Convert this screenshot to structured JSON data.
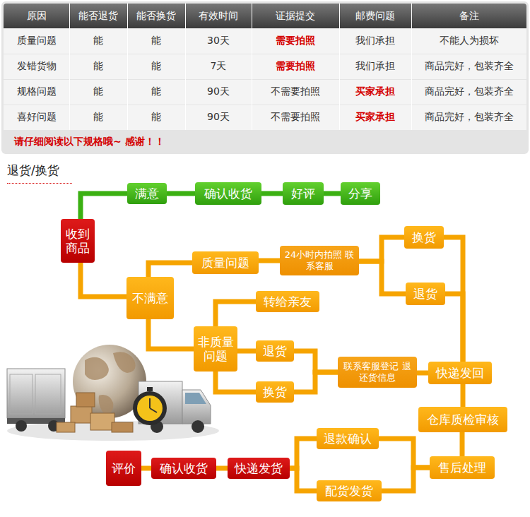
{
  "diagram": {
    "title": "退货/换货",
    "nodes": [
      {
        "text": [
          "收到商品"
        ]
      },
      {
        "text": [
          "满意"
        ]
      },
      {
        "text": [
          "确认收货"
        ]
      },
      {
        "text": [
          "好评"
        ]
      },
      {
        "text": [
          "分享"
        ]
      },
      {
        "text": [
          "不满意"
        ]
      },
      {
        "text": [
          "质量问题"
        ]
      },
      {
        "text": [
          "24小时内拍照 联系客服"
        ]
      },
      {
        "text": [
          "换货"
        ]
      },
      {
        "text": [
          "退货"
        ]
      },
      {
        "text": [
          "非质量问题"
        ]
      },
      {
        "text": [
          "转给亲友"
        ]
      },
      {
        "text": [
          "退货"
        ]
      },
      {
        "text": [
          "换货"
        ]
      },
      {
        "text": [
          "联系客服登记 退还货信息"
        ]
      },
      {
        "text": [
          "快递发回"
        ]
      },
      {
        "text": [
          "仓库质检审核"
        ]
      },
      {
        "text": [
          "售后处理"
        ]
      },
      {
        "text": [
          "退款确认"
        ]
      },
      {
        "text": [
          "配货发货"
        ]
      },
      {
        "text": [
          "快递发货"
        ]
      },
      {
        "text": [
          "确认收货"
        ]
      },
      {
        "text": [
          "评价"
        ]
      }
    ],
    "edges": [
      {
        "from": 0,
        "to": 1,
        "arrow": "none"
      },
      {
        "from": 1,
        "to": 2,
        "arrow": "none"
      },
      {
        "from": 2,
        "to": 3,
        "arrow": "none"
      },
      {
        "from": 3,
        "to": 4,
        "arrow": "none"
      },
      {
        "from": 0,
        "to": 5,
        "arrow": "none"
      },
      {
        "from": 5,
        "to": 6,
        "arrow": "none"
      },
      {
        "from": 5,
        "to": 10,
        "arrow": "none"
      },
      {
        "from": 6,
        "to": 7,
        "arrow": "none"
      },
      {
        "from": 7,
        "to": 8,
        "arrow": "none"
      },
      {
        "from": 7,
        "to": 9,
        "arrow": "none"
      },
      {
        "from": 8,
        "to": 15,
        "arrow": "none"
      },
      {
        "from": 9,
        "to": 15,
        "arrow": "none"
      },
      {
        "from": 10,
        "to": 11,
        "arrow": "none"
      },
      {
        "from": 10,
        "to": 12,
        "arrow": "none"
      },
      {
        "from": 10,
        "to": 13,
        "arrow": "none"
      },
      {
        "from": 12,
        "to": 14,
        "arrow": "none"
      },
      {
        "from": 13,
        "to": 14,
        "arrow": "none"
      },
      {
        "from": 14,
        "to": 15,
        "arrow": "none"
      },
      {
        "from": 15,
        "to": 16,
        "arrow": "none"
      },
      {
        "from": 16,
        "to": 17,
        "arrow": "none"
      },
      {
        "from": 17,
        "to": 18,
        "arrow": "none"
      },
      {
        "from": 17,
        "to": 19,
        "arrow": "none"
      },
      {
        "from": 18,
        "to": 20,
        "arrow": "none"
      },
      {
        "from": 19,
        "to": 20,
        "arrow": "none"
      },
      {
        "from": 20,
        "to": 21,
        "arrow": "none"
      },
      {
        "from": 21,
        "to": 22,
        "arrow": "none"
      }
    ],
    "labels": [
      "原因",
      "能否退货",
      "能否换货",
      "有效时间",
      "证据提交",
      "邮费问题",
      "备注",
      "质量问题",
      "能",
      "能",
      "30天",
      "需要拍照",
      "我们承担",
      "不能人为损坏",
      "发错货物",
      "能",
      "能",
      "7天",
      "需要拍照",
      "我们承担",
      "商品完好，包装齐全",
      "规格问题",
      "能",
      "能",
      "90天",
      "不需要拍照",
      "买家承担",
      "商品完好，包装齐全",
      "喜好问题",
      "能",
      "能",
      "90天",
      "不需要拍照",
      "买家承担",
      "商品完好，包装齐全",
      "请仔细阅读以下规格哦~ 感谢！！"
    ]
  }
}
